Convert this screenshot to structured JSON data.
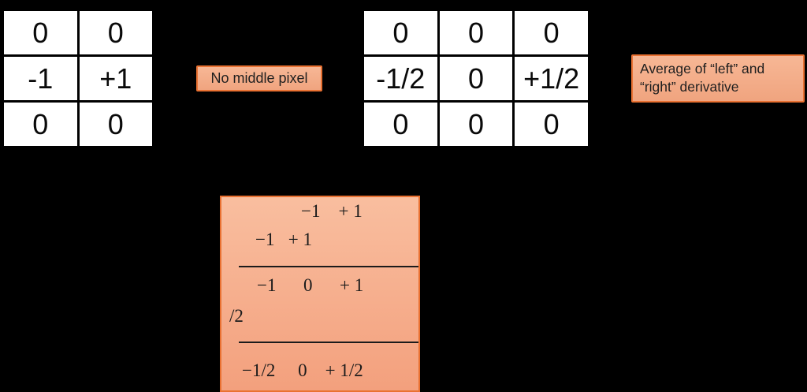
{
  "left_kernel": {
    "rows": [
      [
        "0",
        "0"
      ],
      [
        "-1",
        "+1"
      ],
      [
        "0",
        "0"
      ]
    ]
  },
  "right_kernel": {
    "rows": [
      [
        "0",
        "0",
        "0"
      ],
      [
        "-1/2",
        "0",
        "+1/2"
      ],
      [
        "0",
        "0",
        "0"
      ]
    ]
  },
  "no_middle_label": {
    "text": "No middle pixel"
  },
  "average_label": {
    "line1": "Average of “left” and",
    "line2": "“right” derivative"
  },
  "derivation": {
    "line1": "−1    + 1",
    "line2": "−1   + 1",
    "line3": "−1      0      + 1",
    "line4": "/2",
    "line5": "−1/2     0    + 1/2"
  },
  "colors": {
    "background": "#000000",
    "cell_background": "#FFFFFF",
    "table_line": "#000000",
    "callout_border": "#E97132",
    "callout_fill_top": "#F7B795",
    "callout_fill_bottom": "#F0A47F",
    "derivation_fill_top": "#F9BE9F",
    "derivation_fill_bottom": "#F3A07D",
    "text": "#1F1F1F"
  }
}
